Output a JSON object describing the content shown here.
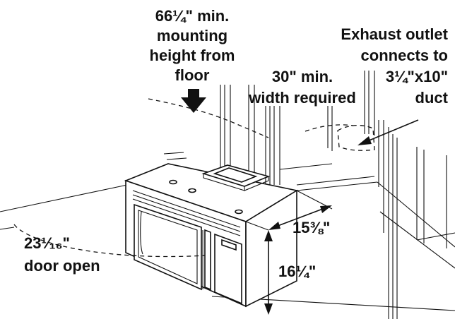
{
  "labels": {
    "mounting_height": {
      "line1": "66¼\" min.",
      "line2": "mounting",
      "line3": "height from",
      "line4": "floor"
    },
    "width": {
      "line1": "30\" min.",
      "line2": "width required"
    },
    "exhaust": {
      "line1": "Exhaust outlet",
      "line2": "connects to",
      "line3": "3¼\"x10\"",
      "line4": "duct"
    },
    "door_open": {
      "line1": "23¹⁄₁₆\"",
      "line2": "door open"
    },
    "depth": "15⅜\"",
    "height": "16¼\""
  }
}
